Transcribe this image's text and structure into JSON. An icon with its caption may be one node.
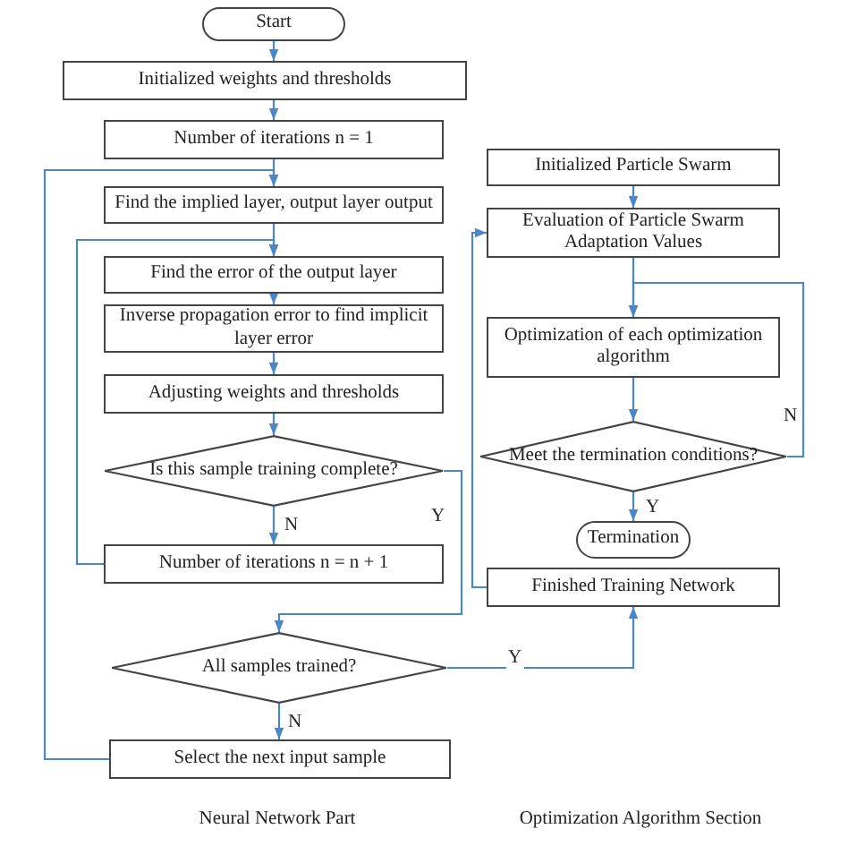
{
  "diagram": {
    "nodes": [
      {
        "text": [
          "Start"
        ]
      },
      {
        "text": [
          "Initialized weights and thresholds"
        ]
      },
      {
        "text": [
          "Number of iterations n = 1"
        ]
      },
      {
        "text": [
          "Find the implied layer, output layer output"
        ]
      },
      {
        "text": [
          "Find the error of the output layer"
        ]
      },
      {
        "text": [
          "Inverse propagation error to find implicit layer error"
        ]
      },
      {
        "text": [
          "Adjusting weights and thresholds"
        ]
      },
      {
        "text": [
          "Is this sample training complete?"
        ]
      },
      {
        "text": [
          "Number of iterations n = n + 1"
        ]
      },
      {
        "text": [
          "All samples trained?"
        ]
      },
      {
        "text": [
          "Select the next input sample"
        ]
      },
      {
        "text": [
          "Initialized Particle Swarm"
        ]
      },
      {
        "text": [
          "Evaluation of Particle Swarm Adaptation Values"
        ]
      },
      {
        "text": [
          "Optimization of each optimization algorithm"
        ]
      },
      {
        "text": [
          "Meet the termination conditions?"
        ]
      },
      {
        "text": [
          "Termination"
        ]
      },
      {
        "text": [
          "Finished Training Network"
        ]
      }
    ],
    "edges": [
      {
        "from": 0,
        "to": 1,
        "arrow": "to"
      },
      {
        "from": 1,
        "to": 2,
        "arrow": "to"
      },
      {
        "from": 2,
        "to": 3,
        "arrow": "to"
      },
      {
        "from": 3,
        "to": 4,
        "arrow": "to"
      },
      {
        "from": 4,
        "to": 5,
        "arrow": "to"
      },
      {
        "from": 5,
        "to": 6,
        "arrow": "to"
      },
      {
        "from": 6,
        "to": 7,
        "arrow": "to"
      },
      {
        "from": 7,
        "to": 8,
        "arrow": "to",
        "label": "N"
      },
      {
        "from": 8,
        "to": 4,
        "arrow": "to"
      },
      {
        "from": 7,
        "to": 9,
        "arrow": "to",
        "label": "Y"
      },
      {
        "from": 9,
        "to": 16,
        "arrow": "to",
        "label": "Y"
      },
      {
        "from": 9,
        "to": 10,
        "arrow": "to",
        "label": "N"
      },
      {
        "from": 10,
        "to": 3,
        "arrow": "to"
      },
      {
        "from": 16,
        "to": 12,
        "arrow": "to"
      },
      {
        "from": 11,
        "to": 12,
        "arrow": "to"
      },
      {
        "from": 12,
        "to": 13,
        "arrow": "to"
      },
      {
        "from": 13,
        "to": 14,
        "arrow": "to"
      },
      {
        "from": 14,
        "to": 15,
        "arrow": "to",
        "label": "Y"
      },
      {
        "from": 14,
        "to": 13,
        "arrow": "to",
        "label": "N"
      }
    ],
    "labels": [
      "Neural Network Part",
      "Optimization Algorithm Section"
    ]
  }
}
